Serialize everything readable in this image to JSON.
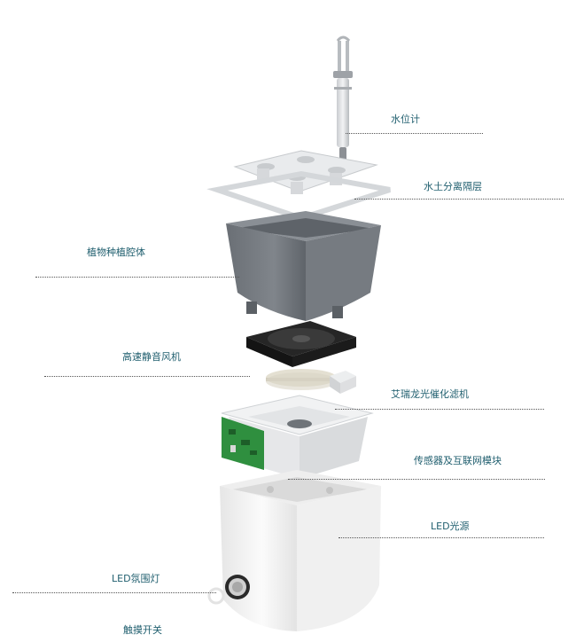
{
  "labels": {
    "water_level": "水位计",
    "separator": "水土分离隔层",
    "planting_cavity": "植物种植腔体",
    "fan": "高速静音风机",
    "filter": "艾瑞龙光催化滤机",
    "sensor_module": "传感器及互联网模块",
    "led_light": "LED光源",
    "led_ambient": "LED氛围灯",
    "touch_switch": "触摸开关"
  },
  "colors": {
    "label_text": "#1f5e6e",
    "leader_line": "#555555",
    "pot_gray": "#6d7278",
    "body_white": "#f4f4f4",
    "pcb_green": "#2f8f3f",
    "fan_dark": "#1c1c1c",
    "filter_beige": "#e8e4d8"
  }
}
